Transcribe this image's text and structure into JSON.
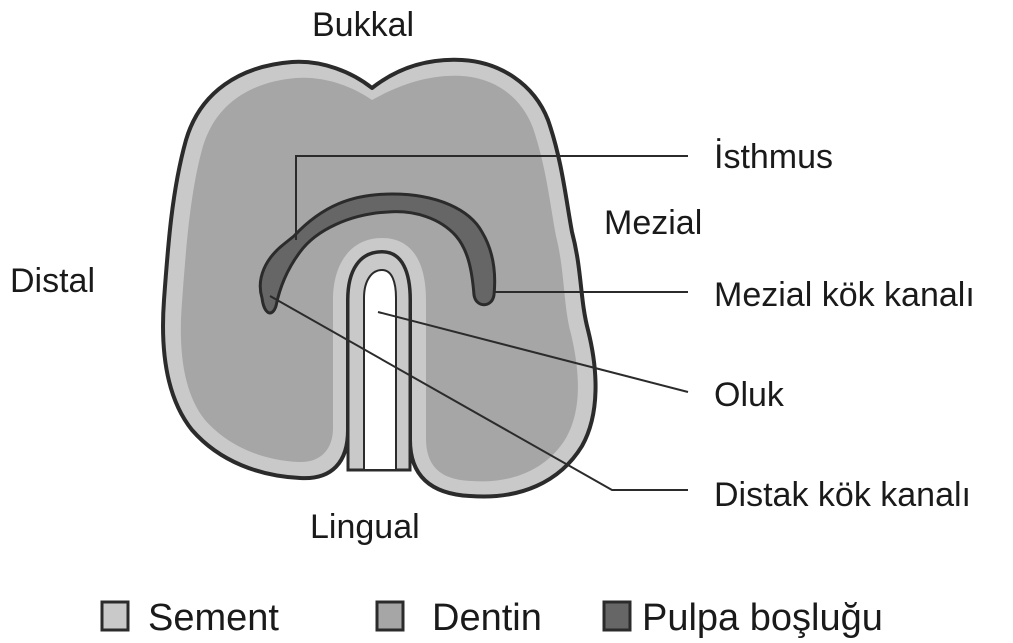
{
  "orientation": {
    "top": "Bukkal",
    "bottom": "Lingual",
    "left": "Distal",
    "right": "Mezial"
  },
  "callouts": {
    "isthmus": "İsthmus",
    "mesial_canal": "Mezial kök kanalı",
    "groove": "Oluk",
    "distal_canal": "Distak kök kanalı"
  },
  "legend": [
    {
      "label": "Sement",
      "color": "#c9c9c9"
    },
    {
      "label": "Dentin",
      "color": "#a6a6a6"
    },
    {
      "label": "Pulpa boşluğu",
      "color": "#666666"
    }
  ],
  "colors": {
    "cementum": "#c9c9c9",
    "dentin": "#a6a6a6",
    "pulp": "#666666",
    "outline": "#2b2b2b"
  }
}
